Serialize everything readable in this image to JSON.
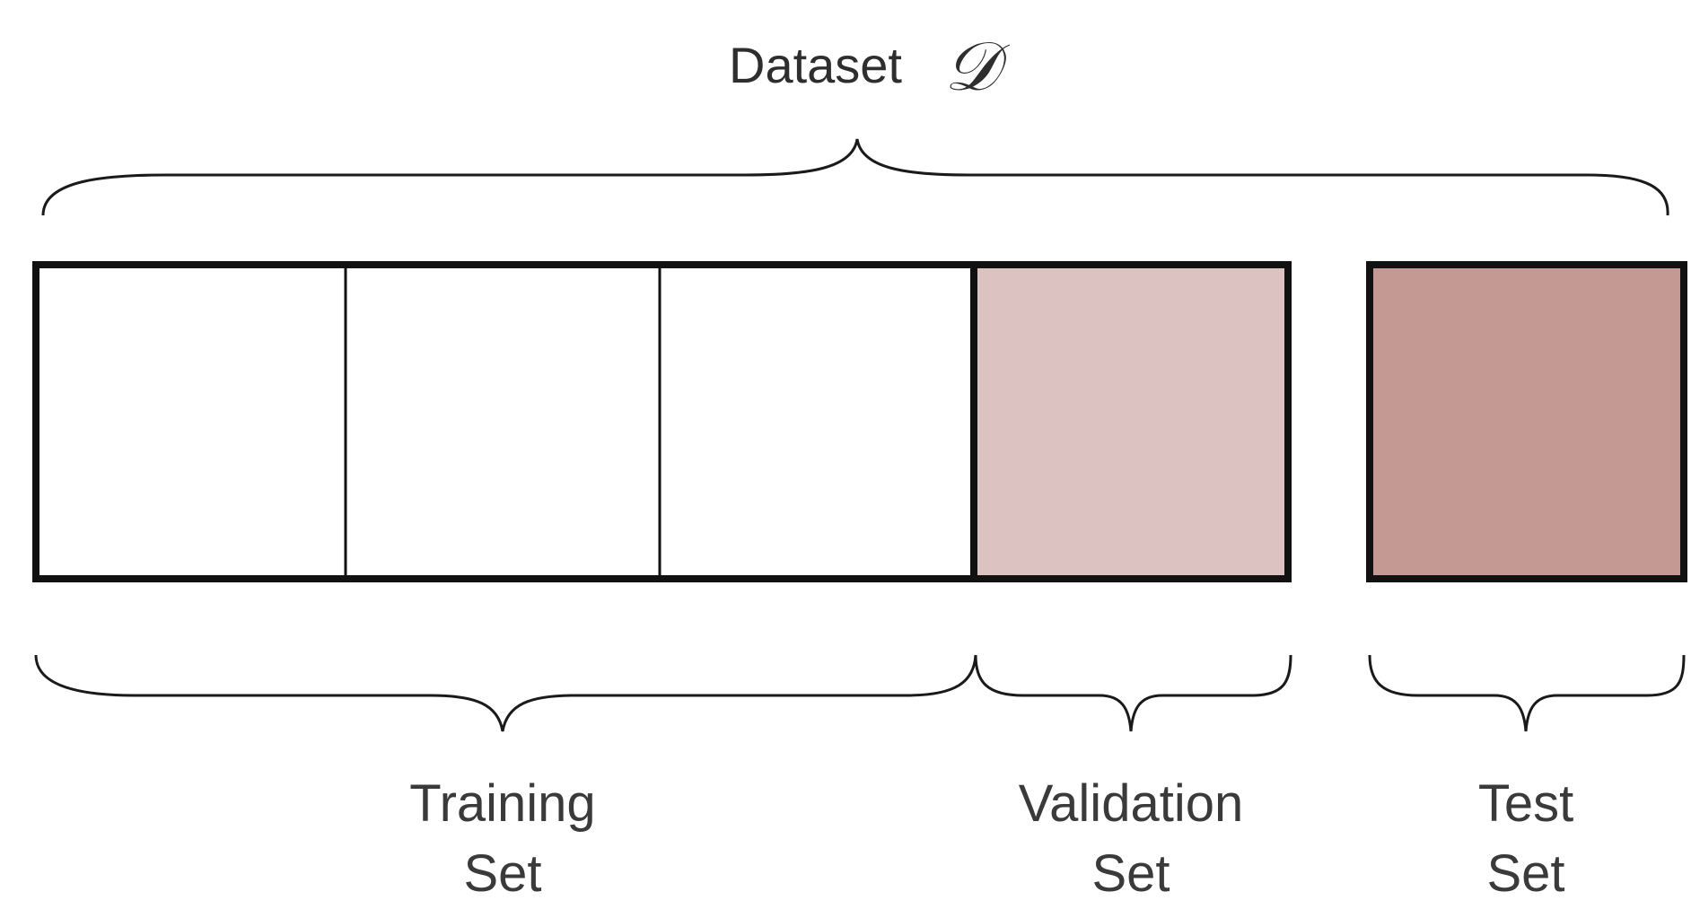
{
  "title": {
    "text": "Dataset",
    "symbol": "𝒟"
  },
  "partitions": {
    "training": {
      "line1": "Training",
      "line2": "Set",
      "fold_count": 3
    },
    "validation": {
      "line1": "Validation",
      "line2": "Set"
    },
    "test": {
      "line1": "Test",
      "line2": "Set"
    }
  },
  "colors": {
    "outline": "#111111",
    "training_fill": "#ffffff",
    "validation_fill": "#dcc3c1",
    "test_fill": "#c49994"
  }
}
